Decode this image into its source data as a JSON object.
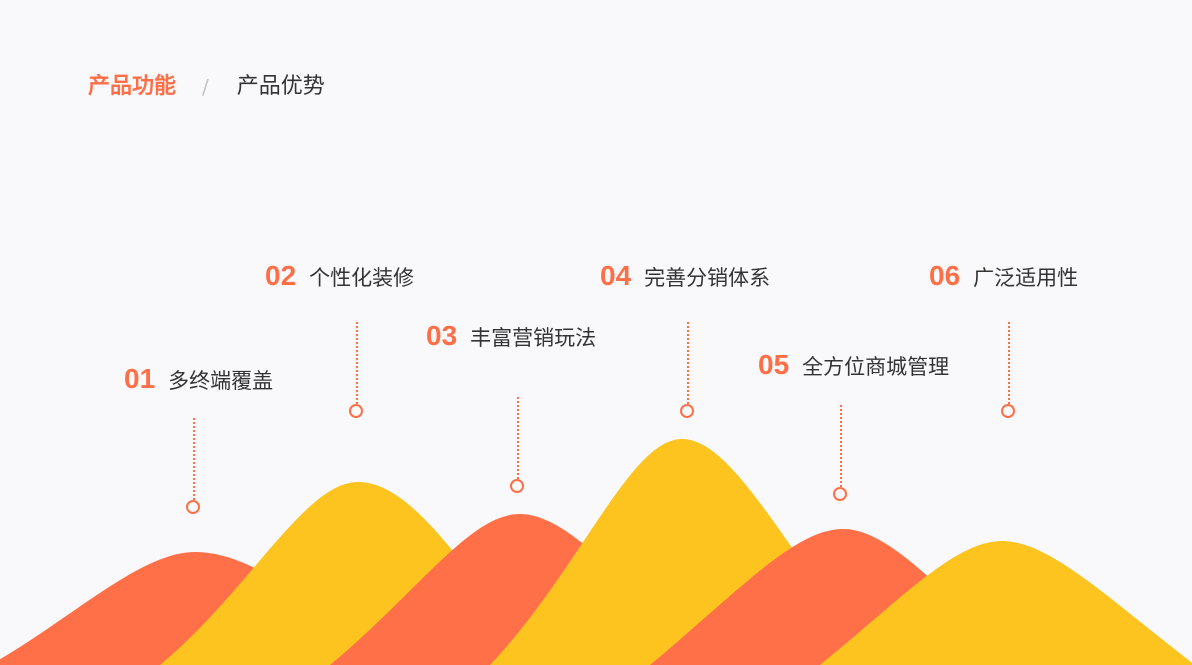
{
  "tabs": [
    {
      "label": "产品功能",
      "active": true
    },
    {
      "label": "产品优势",
      "active": false
    }
  ],
  "tab_separator": "/",
  "colors": {
    "accent": "#ff6f47",
    "orange_mountain": "#ff7049",
    "yellow_mountain": "#fdc41f",
    "text": "#333333",
    "background": "#f9f9fb"
  },
  "features": [
    {
      "num": "01",
      "title": "多终端覆盖"
    },
    {
      "num": "02",
      "title": "个性化装修"
    },
    {
      "num": "03",
      "title": "丰富营销玩法"
    },
    {
      "num": "04",
      "title": "完善分销体系"
    },
    {
      "num": "05",
      "title": "全方位商城管理"
    },
    {
      "num": "06",
      "title": "广泛适用性"
    }
  ]
}
